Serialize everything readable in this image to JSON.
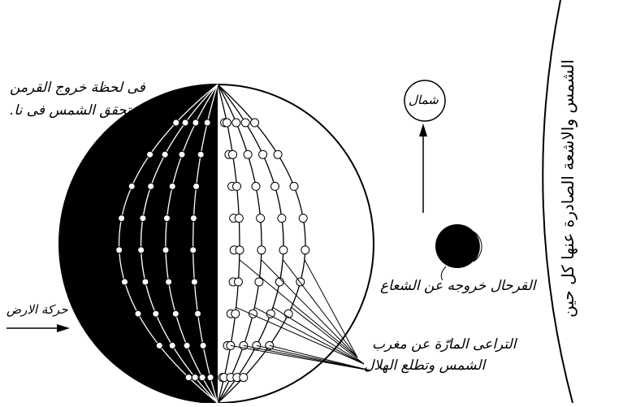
{
  "labels": {
    "top_left_line1": "فى لحظة خروج القرمن",
    "top_left_line2": "تحقق الشمس فى نا.",
    "north": "شمال",
    "earth_motion": "حركة الارض",
    "crescent_caption": "القرحال خروجه عن الشعاع",
    "observer_line1": "التراعى المارّة عن مغرب",
    "observer_line2": "الشمس وتطلع الهلال",
    "sun_rays": "الشمس والاشعة الصادرة عنها كل حين"
  },
  "colors": {
    "ink": "#000000",
    "paper": "#ffffff"
  }
}
